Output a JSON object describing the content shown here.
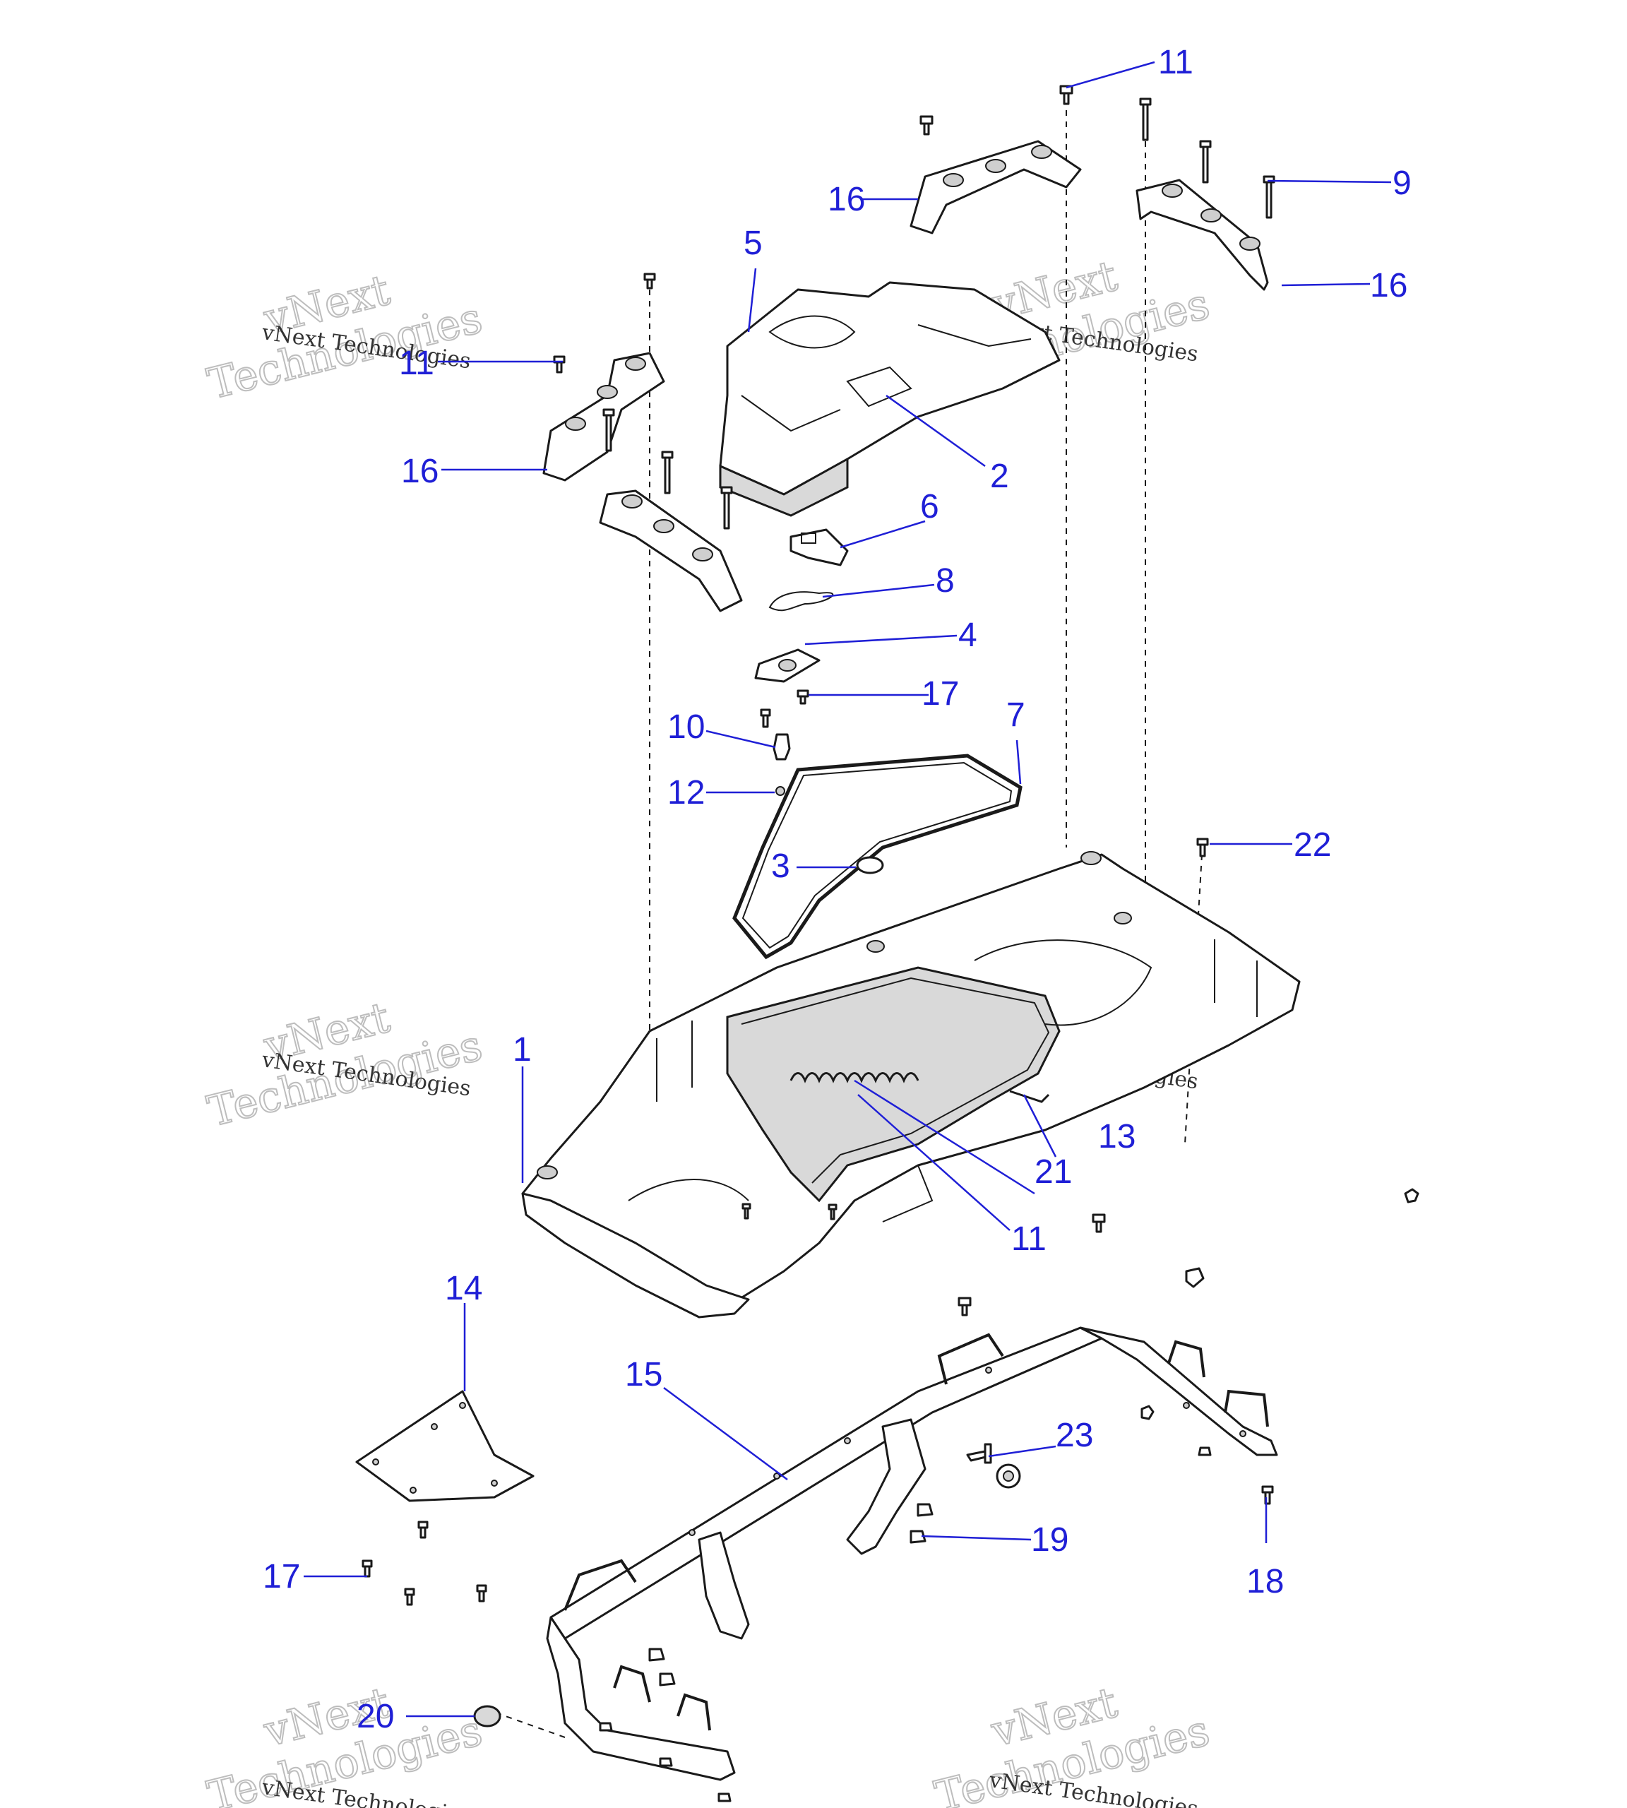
{
  "watermark": {
    "brand": "vNext",
    "word": "Technologies",
    "line": "vNext Technologies"
  },
  "callouts": [
    {
      "id": "c1",
      "text": "1"
    },
    {
      "id": "c2",
      "text": "2"
    },
    {
      "id": "c3",
      "text": "3"
    },
    {
      "id": "c4",
      "text": "4"
    },
    {
      "id": "c5",
      "text": "5"
    },
    {
      "id": "c6",
      "text": "6"
    },
    {
      "id": "c7",
      "text": "7"
    },
    {
      "id": "c8",
      "text": "8"
    },
    {
      "id": "c9",
      "text": "9"
    },
    {
      "id": "c10",
      "text": "10"
    },
    {
      "id": "c11a",
      "text": "11"
    },
    {
      "id": "c11b",
      "text": "11"
    },
    {
      "id": "c11c",
      "text": "11"
    },
    {
      "id": "c12",
      "text": "12"
    },
    {
      "id": "c13",
      "text": "13"
    },
    {
      "id": "c14",
      "text": "14"
    },
    {
      "id": "c15",
      "text": "15"
    },
    {
      "id": "c16a",
      "text": "16"
    },
    {
      "id": "c16b",
      "text": "16"
    },
    {
      "id": "c16c",
      "text": "16"
    },
    {
      "id": "c17a",
      "text": "17"
    },
    {
      "id": "c17b",
      "text": "17"
    },
    {
      "id": "c18",
      "text": "18"
    },
    {
      "id": "c19",
      "text": "19"
    },
    {
      "id": "c20",
      "text": "20"
    },
    {
      "id": "c21",
      "text": "21"
    },
    {
      "id": "c22",
      "text": "22"
    },
    {
      "id": "c23",
      "text": "23"
    }
  ],
  "colors": {
    "callout": "#1f1fd6",
    "linework": "#1a1a1a",
    "watermark": "#bdbdbd"
  }
}
